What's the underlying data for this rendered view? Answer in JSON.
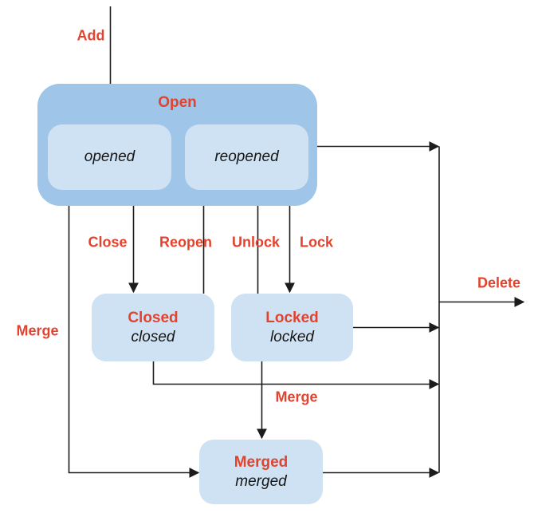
{
  "colors": {
    "container_blue": "#9fc5e8",
    "state_blue": "#cfe2f3",
    "label_red": "#e2432f",
    "line_black": "#1c1c1c",
    "background": "#ffffff"
  },
  "states": {
    "open_group": {
      "title": "Open",
      "substates": [
        {
          "label": "opened"
        },
        {
          "label": "reopened"
        }
      ]
    },
    "closed": {
      "title": "Closed",
      "code": "closed"
    },
    "locked": {
      "title": "Locked",
      "code": "locked"
    },
    "merged": {
      "title": "Merged",
      "code": "merged"
    }
  },
  "transitions": {
    "add": "Add",
    "close": "Close",
    "reopen": "Reopen",
    "unlock": "Unlock",
    "lock": "Lock",
    "merge_left": "Merge",
    "merge_center": "Merge",
    "delete": "Delete"
  }
}
